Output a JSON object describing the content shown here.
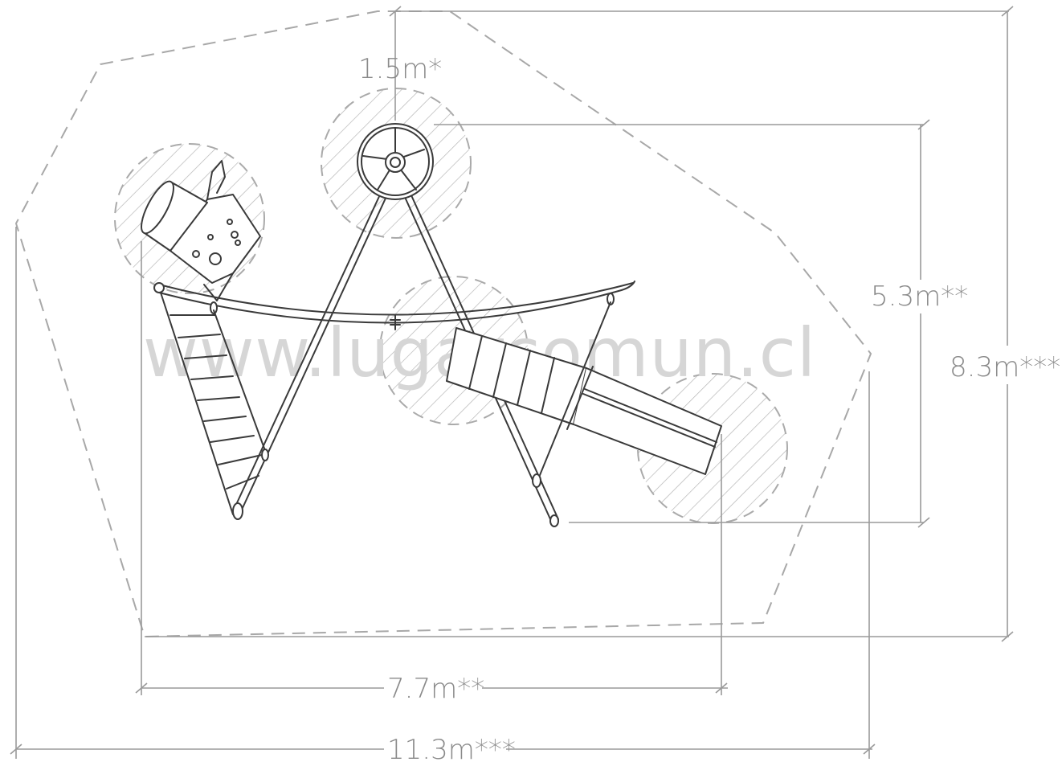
{
  "diagram": {
    "dimensions": {
      "safety_zone_diameter": "1.5m*",
      "equipment_depth": "5.3m**",
      "total_depth": "8.3m***",
      "equipment_width": "7.7m**",
      "total_width": "11.3m***"
    },
    "watermark": "www.lugarcomun.cl"
  },
  "colors": {
    "line": "#8c8c8c",
    "equipment": "#3a3a3a",
    "hatch": "#b5b5b5",
    "watermark": "#d6d6d6"
  }
}
